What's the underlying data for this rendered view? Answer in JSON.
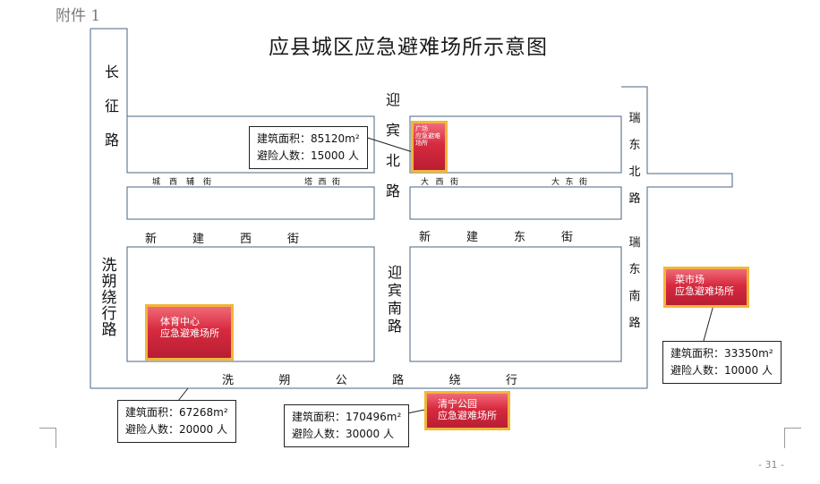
{
  "header": {
    "attachment": "附件 1",
    "title": "应县城区应急避难场所示意图"
  },
  "roads": {
    "changzheng": [
      "长",
      "征",
      "路"
    ],
    "yingbin_north": [
      "迎",
      "宾",
      "北",
      "路"
    ],
    "yingbin_south": [
      "迎",
      "宾",
      "南",
      "路"
    ],
    "ruidong_north": [
      "瑞",
      "东",
      "北",
      "路"
    ],
    "ruidong_south": [
      "瑞",
      "东",
      "南",
      "路"
    ],
    "xishuo_west": [
      "洗",
      "朔",
      "绕",
      "行",
      "路"
    ],
    "chengxi_street": [
      "城",
      "西",
      "辅",
      "街"
    ],
    "taxi_street": [
      "塔",
      "西",
      "街"
    ],
    "daxi_street": [
      "大",
      "西",
      "街"
    ],
    "dadong_street": [
      "大",
      "东",
      "街"
    ],
    "xinjian_west": [
      "新",
      "建",
      "西",
      "街"
    ],
    "xinjian_east": [
      "新",
      "建",
      "东",
      "街"
    ],
    "xishuo_south": [
      "洗",
      "朔",
      "公",
      "路",
      "绕",
      "行"
    ]
  },
  "shelters": {
    "sports_center": [
      "体育中心",
      "应急避难场所"
    ],
    "square": [
      "广场",
      "应急避难场所"
    ],
    "market": [
      "菜市场",
      "应急避难场所"
    ],
    "qingning_park": [
      "清宁公园",
      "应急避难场所"
    ]
  },
  "info": {
    "square": [
      "建筑面积：85120m²",
      "避险人数：15000 人"
    ],
    "market": [
      "建筑面积：33350m²",
      "避险人数：10000 人"
    ],
    "sports_center": [
      "建筑面积：67268m²",
      "避险人数：20000 人"
    ],
    "qingning_park": [
      "建筑面积：170496m²",
      "避险人数：30000 人"
    ]
  },
  "footer": {
    "page_number": "- 31 -"
  }
}
